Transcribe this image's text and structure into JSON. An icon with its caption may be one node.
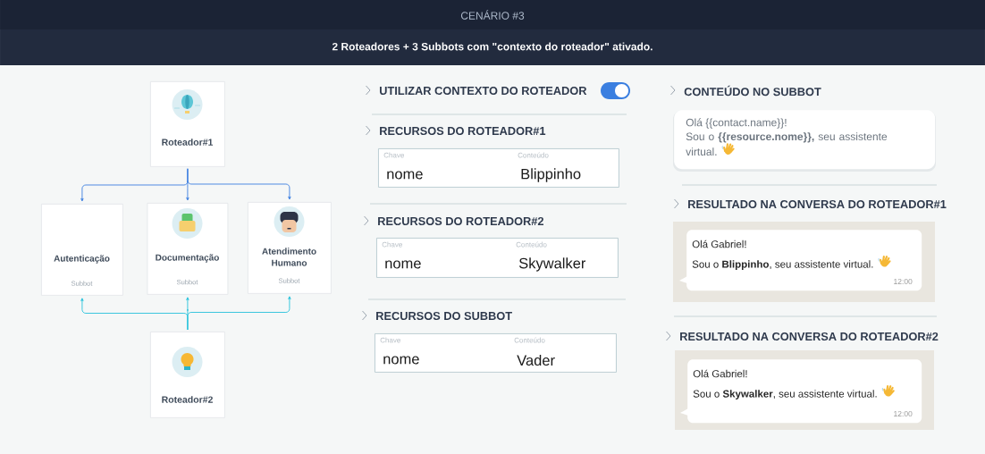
{
  "diagram": {
    "title": "CENÁRIO #3",
    "nodes": [
      {
        "text": [
          "Roteador#1"
        ]
      },
      {
        "text": [
          "Autenticação",
          "Subbot"
        ]
      },
      {
        "text": [
          "Documentação",
          "Subbot"
        ]
      },
      {
        "text": [
          "Atendimento Humano",
          "Subbot"
        ]
      },
      {
        "text": [
          "Roteador#2"
        ]
      },
      {
        "text": [
          "Chave",
          "Conteúdo",
          "nome",
          "Blippinho"
        ]
      },
      {
        "text": [
          "Chave",
          "Conteúdo",
          "nome",
          "Skywalker"
        ]
      },
      {
        "text": [
          "Chave",
          "Conteúdo",
          "nome",
          "Vader"
        ]
      },
      {
        "text": [
          "Olá {{contact.name}}!",
          "Sou o **{{resource.nome}},** seu assistente virtual."
        ]
      },
      {
        "text": [
          "Olá Gabriel!",
          "Sou o **Blippinho**, seu assistente virtual.",
          "12:00"
        ]
      },
      {
        "text": [
          "Olá Gabriel!",
          "Sou o **Skywalker**, seu assistente virtual.",
          "12:00"
        ]
      }
    ],
    "edges": [
      {
        "from": 0,
        "to": 1,
        "arrow": "to"
      },
      {
        "from": 0,
        "to": 2,
        "arrow": "to"
      },
      {
        "from": 0,
        "to": 3,
        "arrow": "to"
      },
      {
        "from": 4,
        "to": 1,
        "arrow": "to",
        "color": "#27c2db"
      },
      {
        "from": 4,
        "to": 2,
        "arrow": "to",
        "color": "#27c2db"
      },
      {
        "from": 4,
        "to": 3,
        "arrow": "to",
        "color": "#27c2db"
      }
    ],
    "labels": [
      "2 Roteadores + 3 Subbots com \"contexto do roteador\" ativado.",
      "UTILIZAR CONTEXTO DO ROTEADOR",
      "RECURSOS DO ROTEADOR#1",
      "RECURSOS DO ROTEADOR#2",
      "RECURSOS DO SUBBOT",
      "CONTEÚDO NO SUBBOT",
      "RESULTADO NA CONVERSA DO ROTEADOR#1",
      "RESULTADO NA CONVERSA DO ROTEADOR#2"
    ]
  }
}
